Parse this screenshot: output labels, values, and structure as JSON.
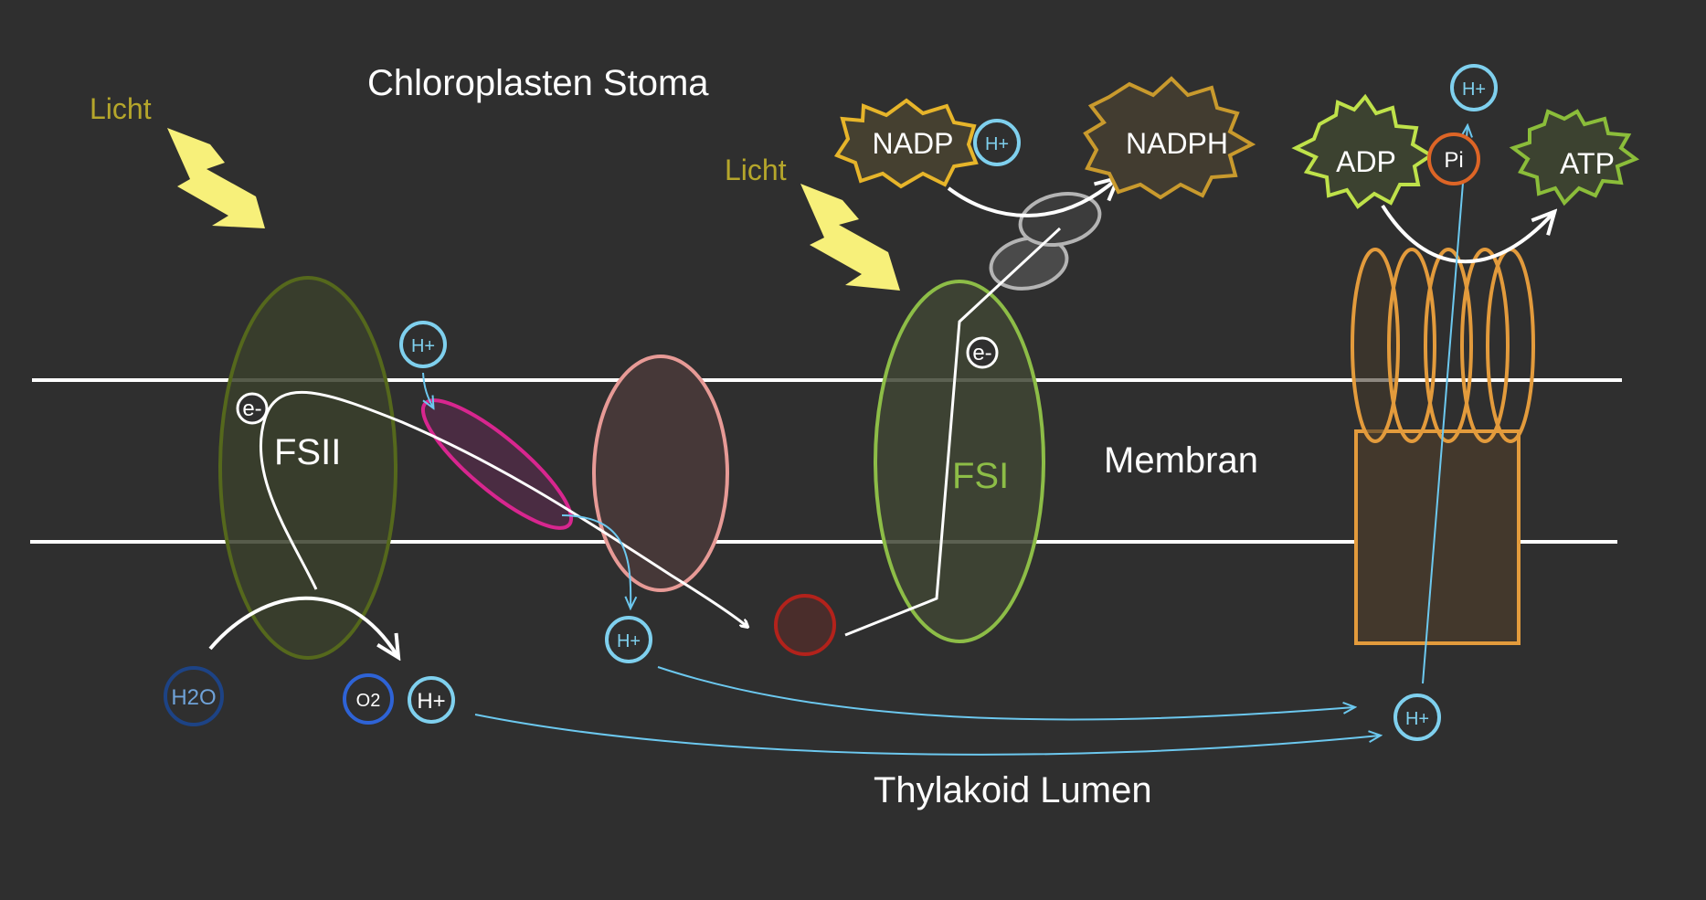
{
  "labels": {
    "title_stroma": "Chloroplasten Stoma",
    "membrane": "Membran",
    "lumen": "Thylakoid Lumen",
    "light_1": "Licht",
    "light_2": "Licht",
    "fsii": "FSII",
    "fsi": "FSI",
    "electron_1": "e-",
    "electron_2": "e-",
    "nadp": "NADP",
    "nadph": "NADPH",
    "adp": "ADP",
    "pi": "Pi",
    "atp": "ATP",
    "h2o": "H2O",
    "o2": "O2",
    "h_plus": "H+"
  },
  "colors": {
    "background": "#2f2f2f",
    "membrane_line": "#ffffff",
    "light_label": "#b5a62b",
    "lightning": "#f7f07a",
    "fsii_stroke": "#55681c",
    "fsi_stroke": "#8dbd47",
    "plastoquinone_stroke": "#d8268f",
    "cytochrome_stroke": "#e79a96",
    "plastocyanin_stroke": "#b3221b",
    "ferredoxin_stroke": "#b4b4b4",
    "atp_synthase_stroke": "#e39b3c",
    "h_plus_stroke": "#7fd0ee",
    "h2o_stroke": "#1d4385",
    "o2_stroke": "#2e63d6",
    "nadp_stroke": "#e7b52a",
    "nadph_stroke": "#c99a2d",
    "adp_stroke": "#bfe24a",
    "atp_stroke": "#8bbd3a",
    "pi_stroke": "#dd6526"
  }
}
